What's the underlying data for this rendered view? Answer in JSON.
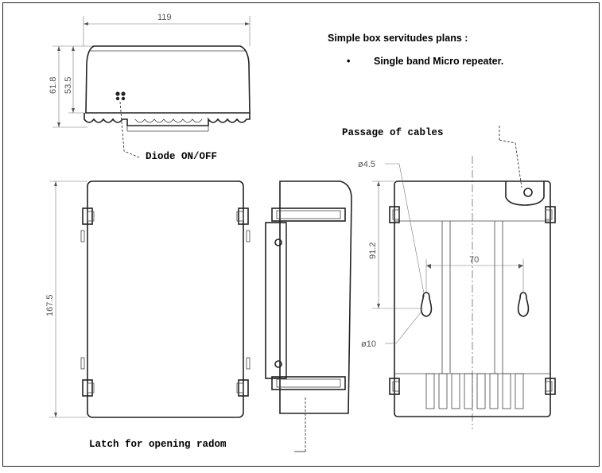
{
  "heading": {
    "title": "Simple box servitudes plans :",
    "bullet_symbol": "•",
    "bullet_text": "Single band Micro repeater."
  },
  "callouts": {
    "diode": "Diode ON/OFF",
    "cables": "Passage of cables",
    "latch": "Latch for opening radom"
  },
  "dimensions": {
    "width": "119",
    "height_total": "61.8",
    "height_body": "53.5",
    "length": "167.5",
    "hole_offset": "91.2",
    "hole_spacing": "70",
    "small_hole": "ø4.5",
    "large_hole": "ø10"
  }
}
